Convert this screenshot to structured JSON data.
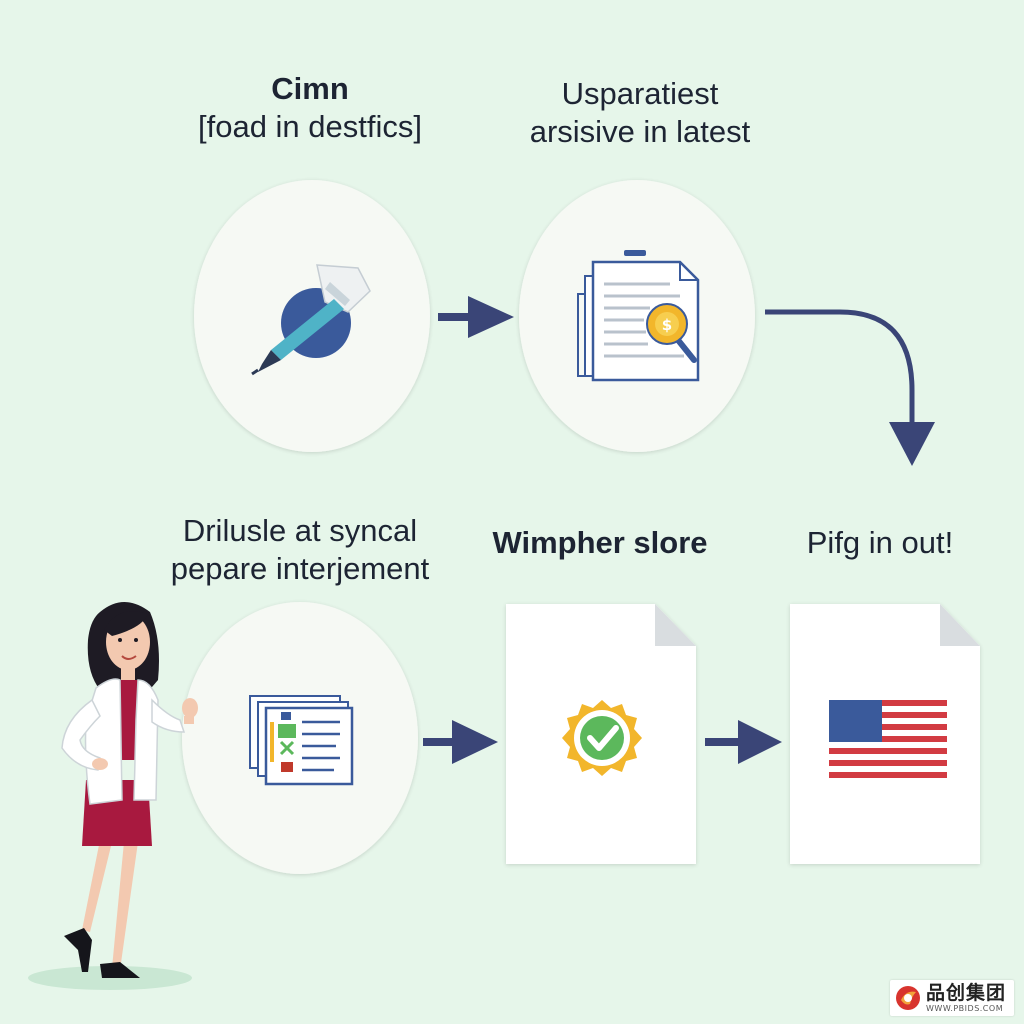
{
  "steps": [
    {
      "label_lines": [
        "Cimn",
        "[foad in destfics]"
      ]
    },
    {
      "label_lines": [
        "Usparatiest",
        "arsisive in latest"
      ]
    },
    {
      "label_lines": [
        "Drilusle at syncal",
        "pepare interjement"
      ]
    },
    {
      "label_lines": [
        "Wimpher slore"
      ]
    },
    {
      "label_lines": [
        "Pifg in out!"
      ]
    }
  ],
  "icons": {
    "step1": "pen-icon",
    "step2": "document-search-icon",
    "step3": "form-documents-icon",
    "step4": "check-badge-icon",
    "step5": "us-flag-icon",
    "presenter": "presenter-figure"
  },
  "colors": {
    "background": "#e6f6ea",
    "circle": "#f6f9f4",
    "arrow": "#3a4577",
    "text": "#1d2433",
    "accent_teal": "#4fb3c7",
    "accent_gold": "#f2b62b",
    "accent_green": "#5cb85c"
  },
  "watermark": {
    "text": "品创集团",
    "url": "WWW.PBIDS.COM"
  }
}
